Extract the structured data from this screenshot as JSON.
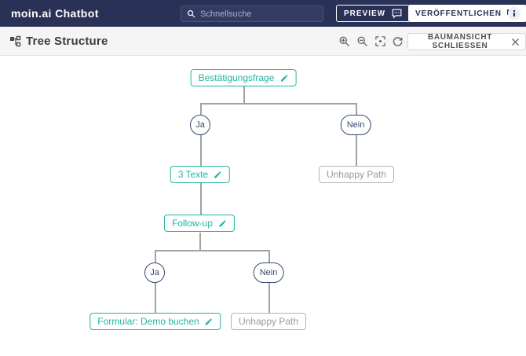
{
  "header": {
    "logo": "moin.ai Chatbot",
    "search_placeholder": "Schnellsuche",
    "preview_label": "PREVIEW",
    "publish_label": "VERÖFFENTLICHEN"
  },
  "toolbar": {
    "title": "Tree Structure",
    "close_label": "BAUMANSICHT SCHLIESSEN",
    "icons": [
      "zoom-in",
      "zoom-out",
      "center-focus",
      "refresh"
    ]
  },
  "tree": {
    "root": "Bestätigungsfrage",
    "yes1": "Ja",
    "no1": "Nein",
    "texts": "3 Texte",
    "unhappy1": "Unhappy Path",
    "followup": "Follow-up",
    "yes2": "Ja",
    "no2": "Nein",
    "form": "Formular: Demo buchen",
    "unhappy2": "Unhappy Path"
  },
  "colors": {
    "header_navy": "#293156",
    "accent_teal": "#26b3a3",
    "node_navy": "#34496e",
    "edge_gray": "#a2a2a2"
  }
}
